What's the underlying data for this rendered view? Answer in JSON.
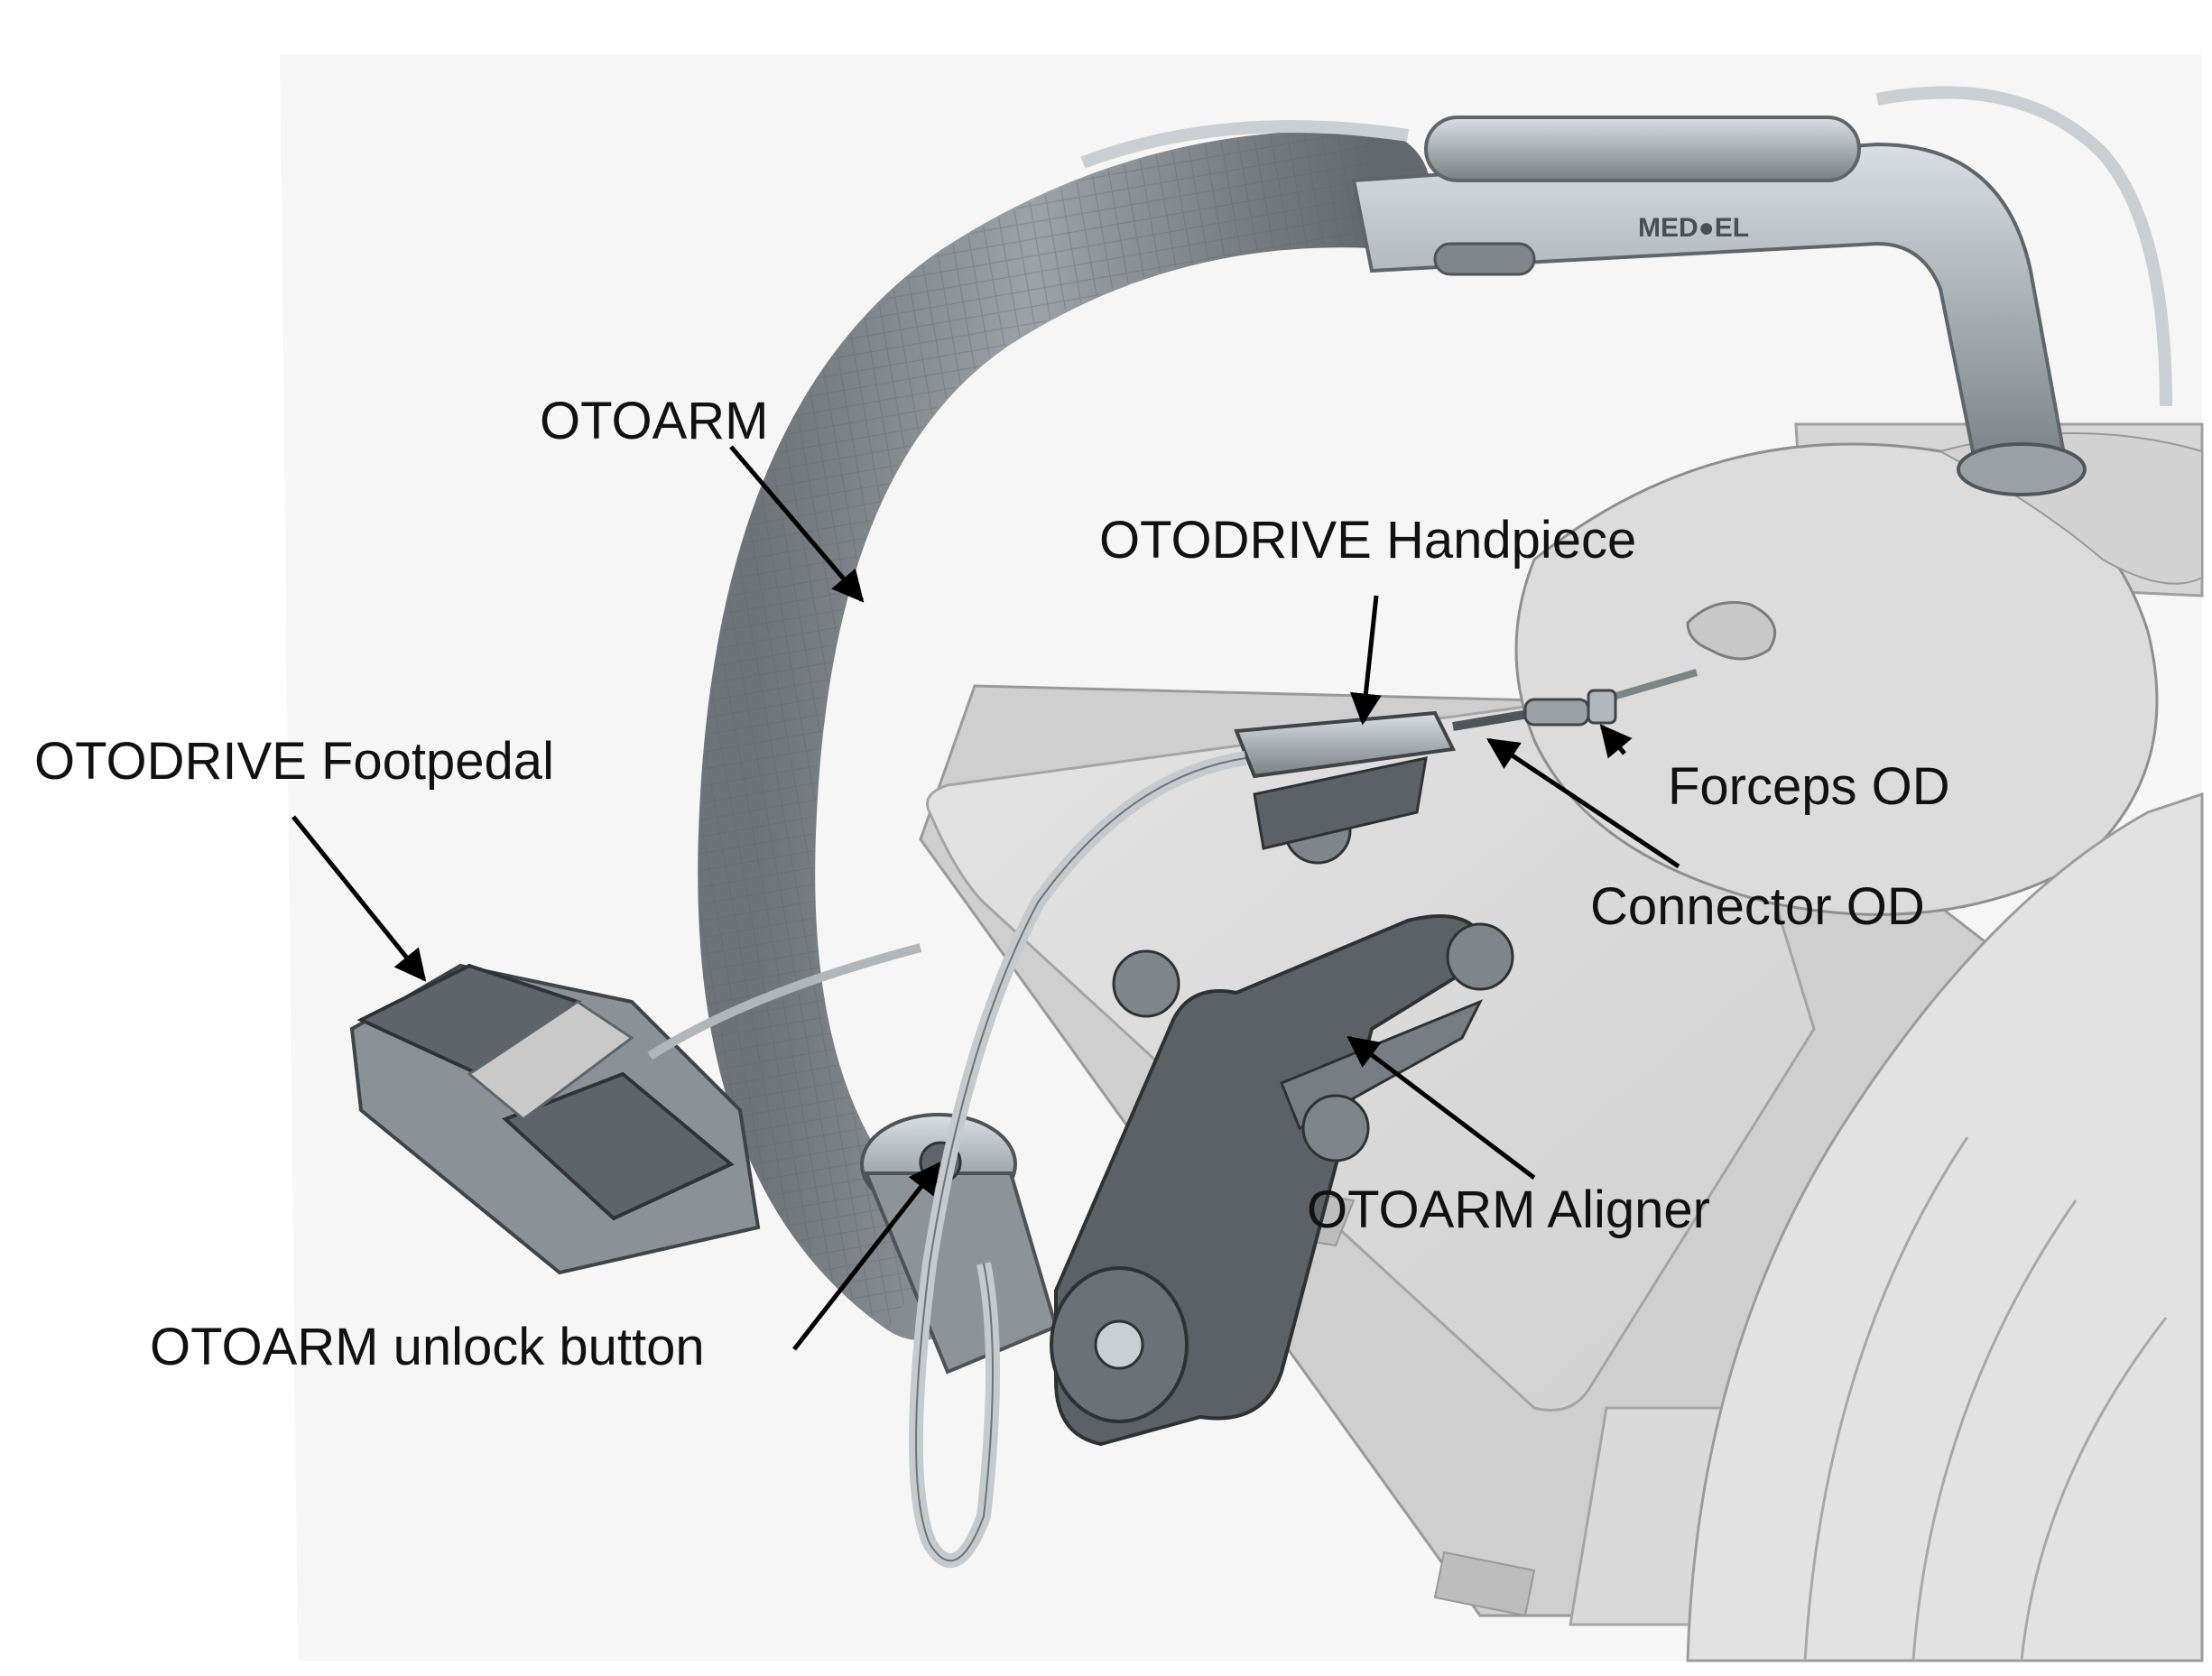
{
  "brand": "MED●EL",
  "labels": {
    "otoarm": "OTOARM",
    "handpiece": "OTODRIVE Handpiece",
    "footpedal": "OTODRIVE Footpedal",
    "forceps": "Forceps OD",
    "connector": "Connector OD",
    "aligner": "OTOARM Aligner",
    "unlock": "OTOARM unlock button"
  }
}
